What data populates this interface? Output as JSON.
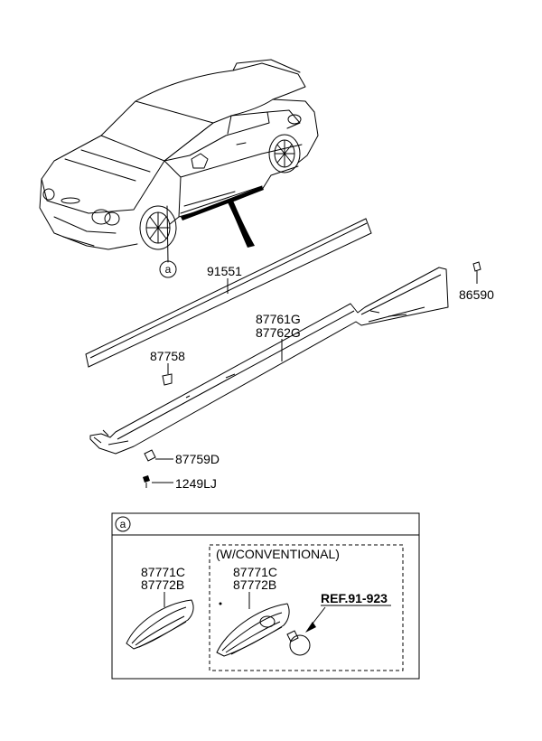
{
  "callouts": {
    "circle_a": "a",
    "p91551": "91551",
    "p86590": "86590",
    "p87761g": "87761G",
    "p87762g": "87762G",
    "p87758": "87758",
    "p87759d": "87759D",
    "p1249lj": "1249LJ"
  },
  "inset": {
    "circle_label": "a",
    "conventional_title": "(W/CONVENTIONAL)",
    "left_part_1": "87771C",
    "left_part_2": "87772B",
    "right_part_1": "87771C",
    "right_part_2": "87772B",
    "reference": "REF.91-923"
  }
}
